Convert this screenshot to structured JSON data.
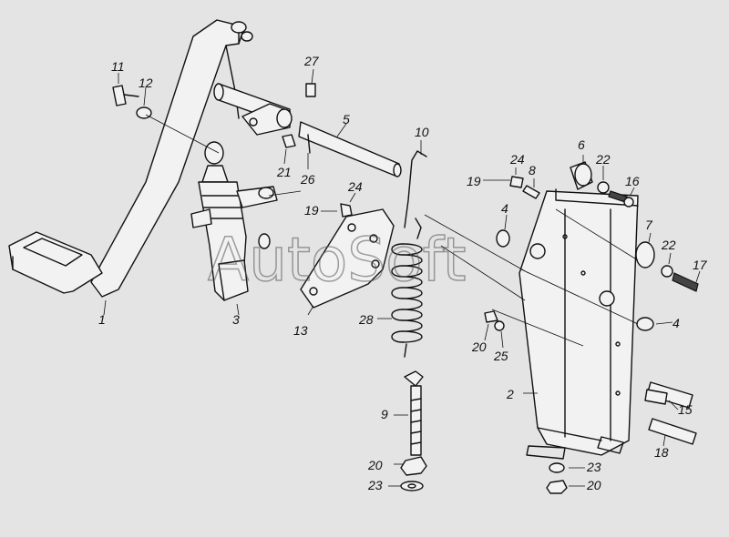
{
  "watermark": "AutoSoft",
  "callouts": [
    {
      "id": "c1",
      "label": "1"
    },
    {
      "id": "c2",
      "label": "2"
    },
    {
      "id": "c3",
      "label": "3"
    },
    {
      "id": "c4a",
      "label": "4"
    },
    {
      "id": "c4b",
      "label": "4"
    },
    {
      "id": "c5",
      "label": "5"
    },
    {
      "id": "c6",
      "label": "6"
    },
    {
      "id": "c7",
      "label": "7"
    },
    {
      "id": "c8",
      "label": "8"
    },
    {
      "id": "c9",
      "label": "9"
    },
    {
      "id": "c10",
      "label": "10"
    },
    {
      "id": "c11",
      "label": "11"
    },
    {
      "id": "c12",
      "label": "12"
    },
    {
      "id": "c13",
      "label": "13"
    },
    {
      "id": "c15",
      "label": "15"
    },
    {
      "id": "c16",
      "label": "16"
    },
    {
      "id": "c17",
      "label": "17"
    },
    {
      "id": "c18",
      "label": "18"
    },
    {
      "id": "c19a",
      "label": "19"
    },
    {
      "id": "c19b",
      "label": "19"
    },
    {
      "id": "c20a",
      "label": "20"
    },
    {
      "id": "c20b",
      "label": "20"
    },
    {
      "id": "c20c",
      "label": "20"
    },
    {
      "id": "c21",
      "label": "21"
    },
    {
      "id": "c22a",
      "label": "22"
    },
    {
      "id": "c22b",
      "label": "22"
    },
    {
      "id": "c23a",
      "label": "23"
    },
    {
      "id": "c23b",
      "label": "23"
    },
    {
      "id": "c24a",
      "label": "24"
    },
    {
      "id": "c24b",
      "label": "24"
    },
    {
      "id": "c25",
      "label": "25"
    },
    {
      "id": "c26",
      "label": "26"
    },
    {
      "id": "c27",
      "label": "27"
    },
    {
      "id": "c28",
      "label": "28"
    }
  ]
}
